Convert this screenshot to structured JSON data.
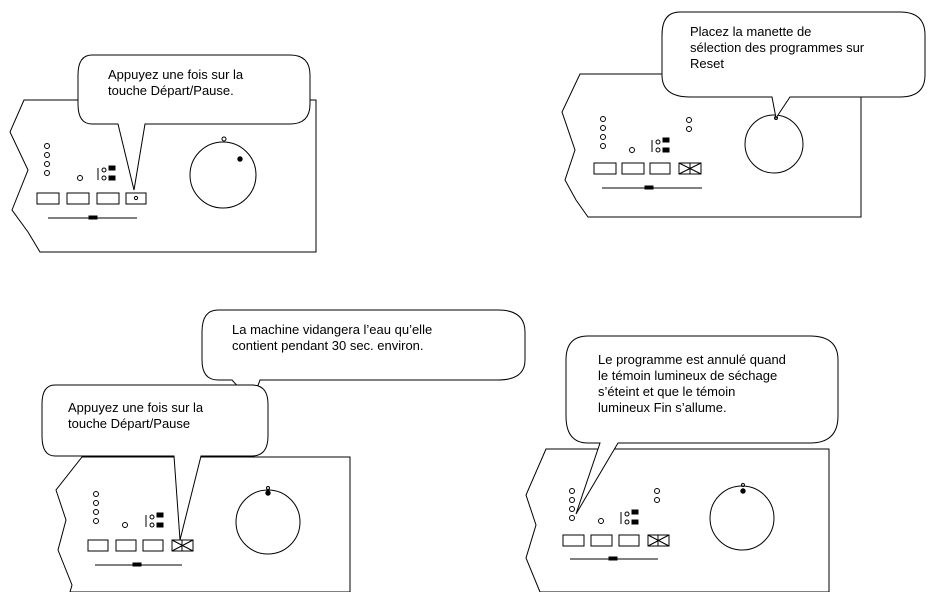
{
  "panels": [
    {
      "id": "step1",
      "callout": "Appuyez une fois sur la\ntouche Départ/Pause."
    },
    {
      "id": "step2",
      "callout": "Placez la manette de\nsélection des programmes sur\nReset"
    },
    {
      "id": "step3",
      "callout_top": "La machine vidangera l’eau qu’elle\ncontient pendant 30 sec. environ.",
      "callout_bottom": "Appuyez une fois sur la\ntouche Départ/Pause"
    },
    {
      "id": "step4",
      "callout": "Le programme est annulé quand\nle témoin lumineux de séchage\ns’éteint et que le témoin\nlumineux Fin s’allume."
    }
  ],
  "colors": {
    "stroke": "#000000",
    "fill": "#ffffff"
  }
}
